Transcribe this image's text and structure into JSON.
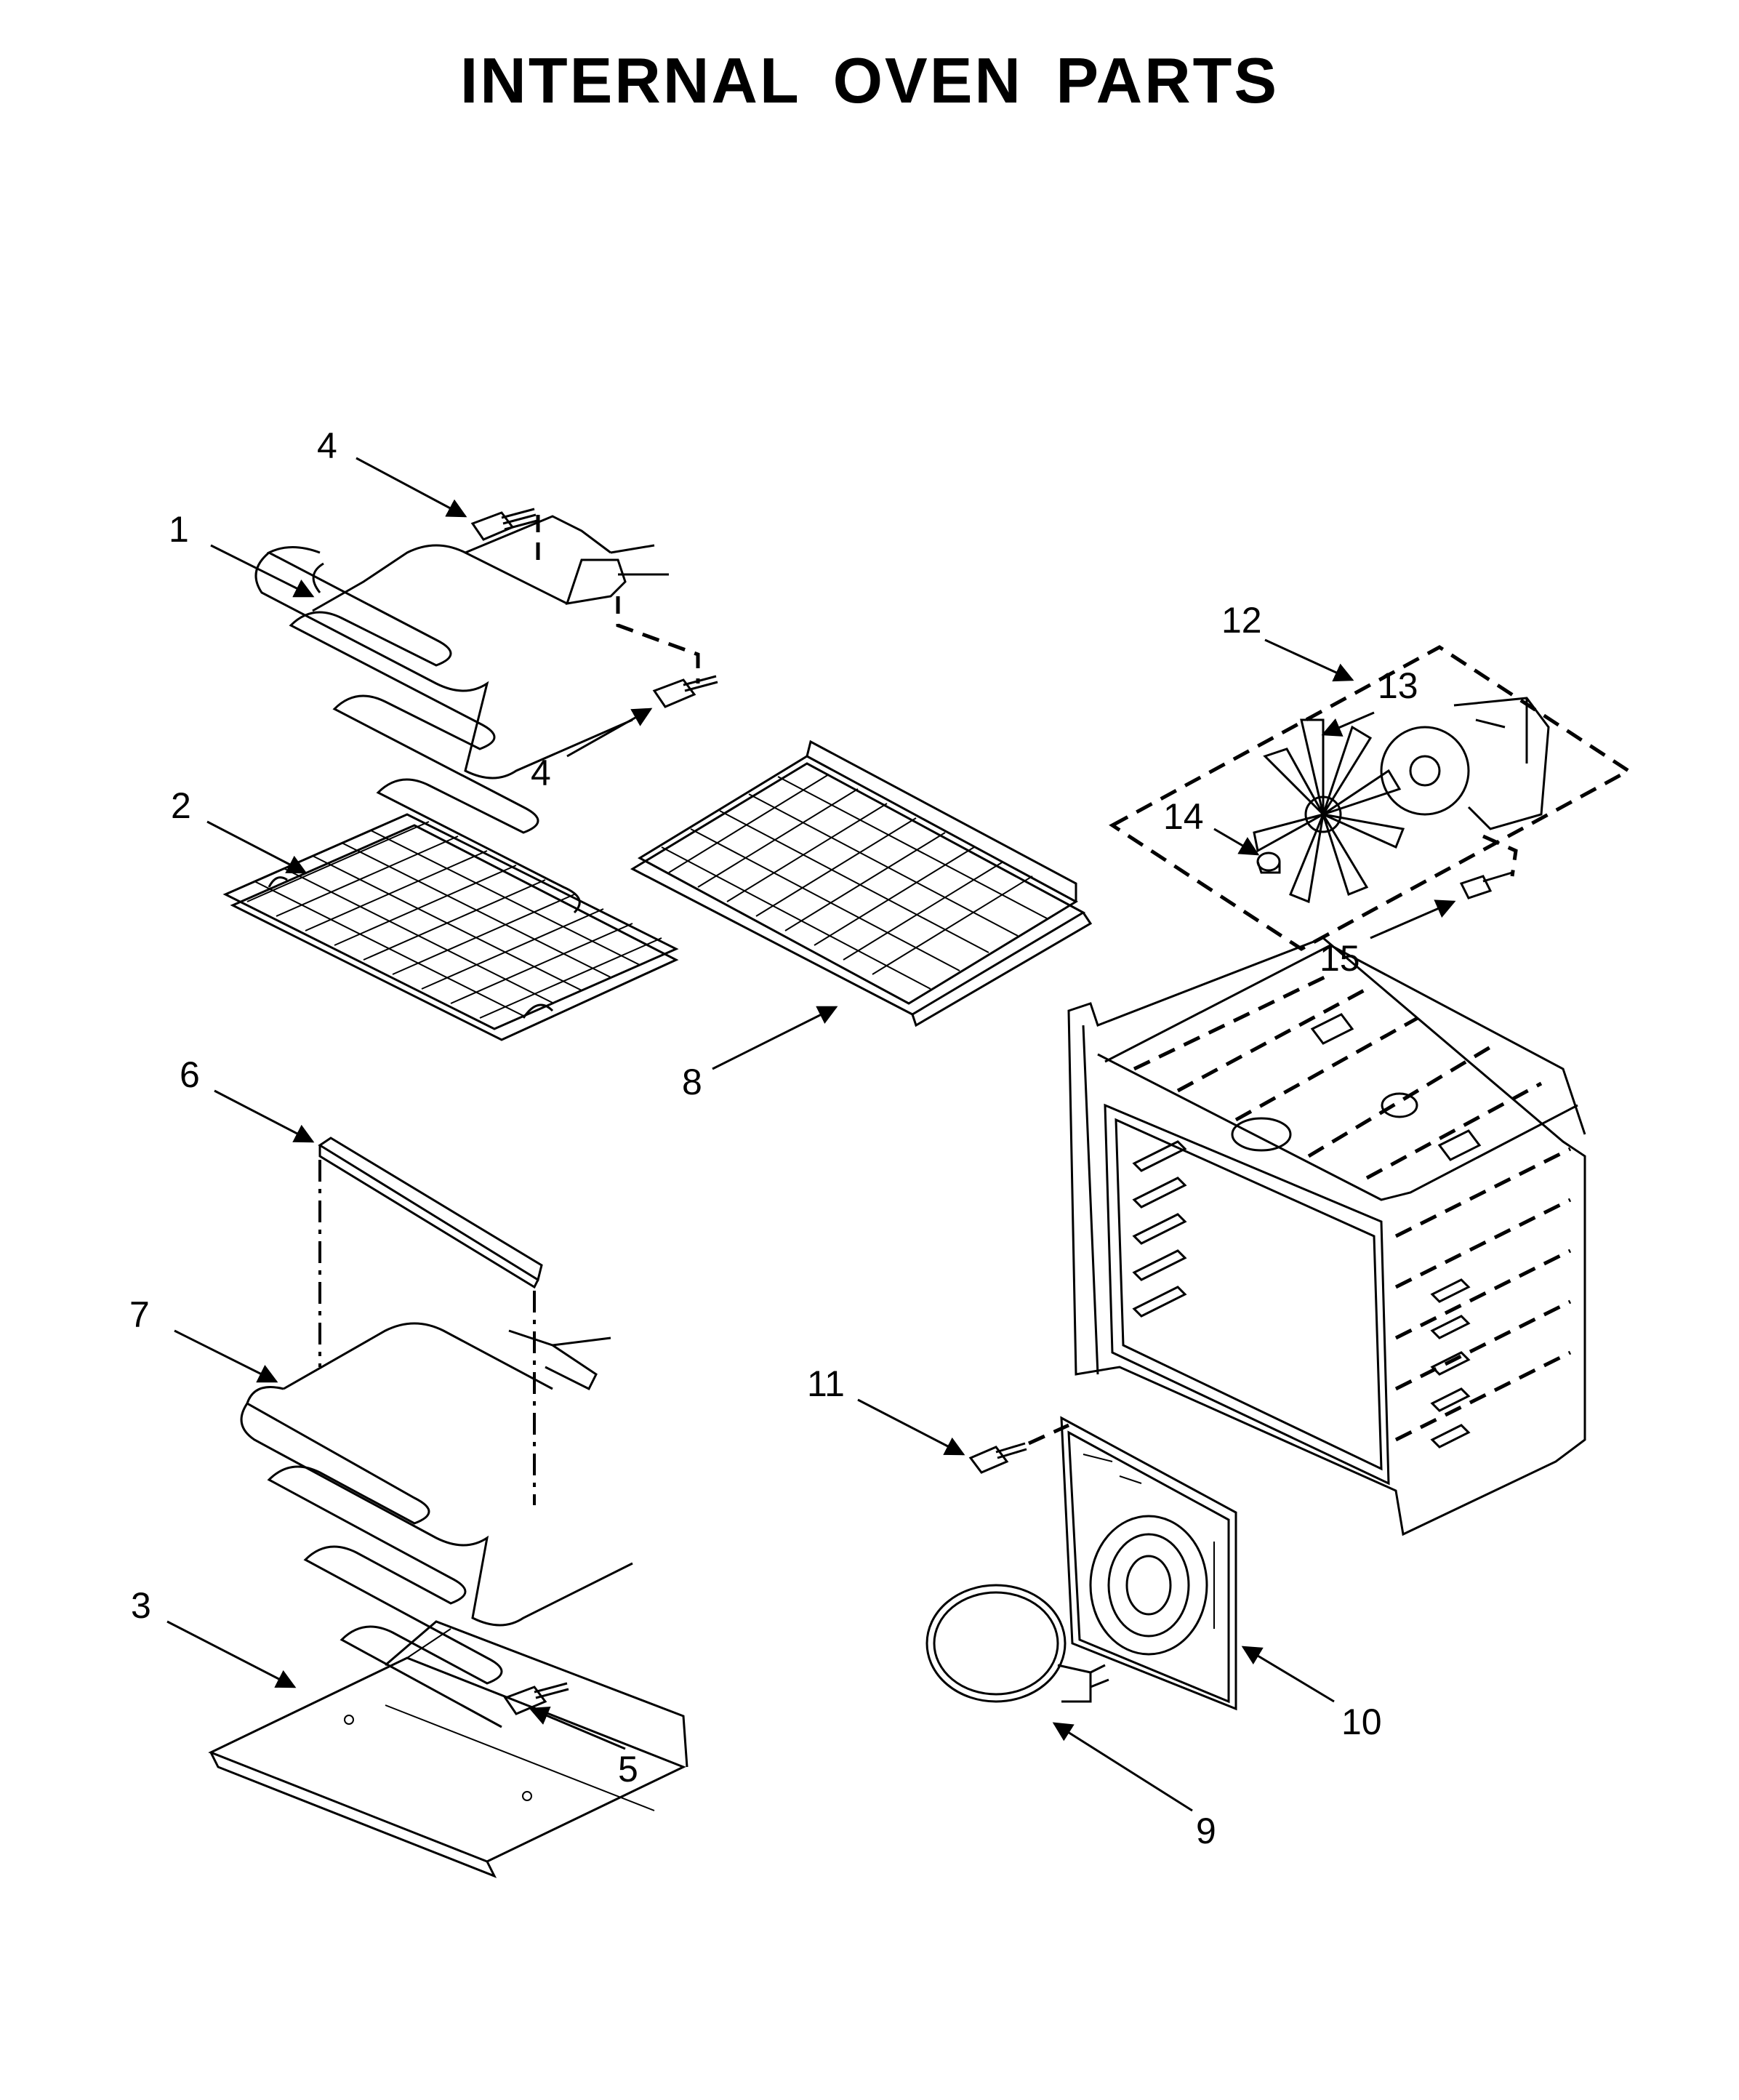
{
  "title": "INTERNAL OVEN PARTS",
  "callouts": {
    "c1": "1",
    "c2": "2",
    "c3": "3",
    "c4a": "4",
    "c4b": "4",
    "c5": "5",
    "c6": "6",
    "c7": "7",
    "c8": "8",
    "c9": "9",
    "c10": "10",
    "c11": "11",
    "c12": "12",
    "c13": "13",
    "c14": "14",
    "c15": "15"
  }
}
